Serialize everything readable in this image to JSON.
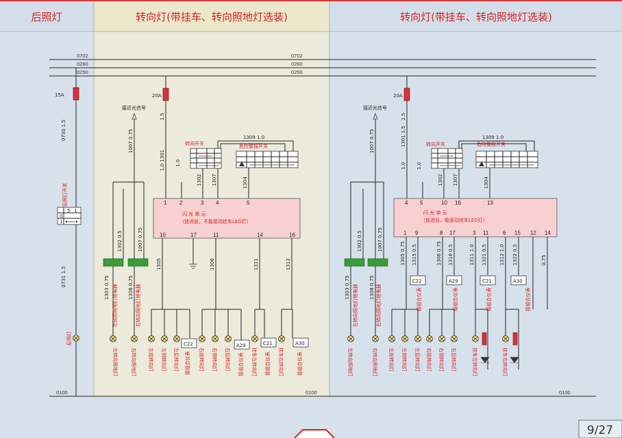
{
  "headers": {
    "left": "后照灯",
    "middle": "转向灯(带挂车、转向照地灯选装)",
    "right": "转向灯(带挂车、转向照地灯选装)"
  },
  "buses": [
    "0702",
    "0260",
    "0250"
  ],
  "ground": "0100",
  "page": "9/27",
  "left_circuit": {
    "fuse": "15A",
    "wire_top": "0730 1.5",
    "wire_bottom": "0731 1.5",
    "switch": "后照灯开关",
    "switch_rows": [
      "0",
      "1"
    ],
    "switch_cols": [
      "5",
      "1"
    ],
    "lamp": "后照灯"
  },
  "mid_circuit": {
    "fuse": "20A",
    "wire_fuse": "1.5",
    "proximity": "接近光信号",
    "wire_1007": "1007 0.75",
    "wire_1301": "1.0 1301",
    "wire_pin1": "1.0",
    "wire_1302": "1302",
    "wire_1307": "1307",
    "wire_1304": "1304",
    "wire_1309": "1309 1.0",
    "turn_switch": "转向开关",
    "hazard_switch": "危险警报开关",
    "flasher_title": "闪 光 单 元",
    "flasher_sub": "（放进前，不能驱动挂车LED灯）",
    "top_pins": [
      "1",
      "2",
      "3",
      "4",
      "5"
    ],
    "bottom_pins": [
      "10",
      "17",
      "11",
      "14",
      "16"
    ],
    "wires_out": [
      "1305",
      "1306",
      "1311",
      "1312"
    ],
    "relay_wires": [
      "1302 0.5",
      "1007 0.75",
      "1303 0.75",
      "1308 0.75"
    ],
    "relay_labels": [
      "左转向照地灯继电器",
      "右转向照地灯继电器"
    ],
    "connectors": [
      "C22",
      "A29",
      "C21",
      "A30"
    ],
    "conn_labels": [
      "接组合仪表",
      "接组合仪表",
      "接组合仪表",
      "接组合仪表"
    ],
    "lamps": [
      "左转向照地灯",
      "右转向照地灯",
      "左前转向灯",
      "左侧转向灯",
      "左后转向灯",
      "右前转向灯",
      "右侧转向灯",
      "右后转向灯",
      "挂车左转向灯",
      "挂车右转向灯"
    ]
  },
  "right_circuit": {
    "fuse": "20A",
    "wire_fuse": "1.5",
    "wire_1301": "1301 1.5",
    "proximity": "接近光信号",
    "wire_1007": "1007 0.75",
    "wire_1309": "1309 1.0",
    "wire_pin": "1.0",
    "wire_1302": "1302",
    "wire_1307": "1307",
    "wire_1304": "1304",
    "turn_switch": "转向开关",
    "hazard_switch": "危险警报开关",
    "flasher_title": "闪 光 单 元",
    "flasher_sub": "（放进后，能驱动挂车LED灯）",
    "top_pins": [
      "4",
      "5",
      "10",
      "16",
      "13"
    ],
    "bottom_pins": [
      "1",
      "9",
      "8",
      "17",
      "3",
      "11",
      "6",
      "15",
      "12",
      "14"
    ],
    "wires_out": [
      "1305 0.75",
      "1315 0.5",
      "1306 0.75",
      "1316 0.5",
      "1311 1.0",
      "1321 0.5",
      "1312 1.0",
      "1322 0.5",
      "0.75"
    ],
    "relay_wires": [
      "1302 0.5",
      "1007 0.75",
      "1303 0.75",
      "1308 0.75"
    ],
    "relay_labels": [
      "左转向照地灯继电器",
      "右转向照地灯继电器"
    ],
    "connectors": [
      "C22",
      "A29",
      "C21",
      "A30"
    ],
    "conn_labels": [
      "接组合仪表",
      "接组合仪表",
      "接组合仪表",
      "接组合仪表"
    ],
    "lamps": [
      "左转向照地灯",
      "右转向照地灯",
      "左前转向灯",
      "左侧转向灯",
      "左后转向灯",
      "右前转向灯",
      "右侧转向灯",
      "右后转向灯",
      "挂车左转向灯",
      "挂车右转向灯"
    ]
  }
}
